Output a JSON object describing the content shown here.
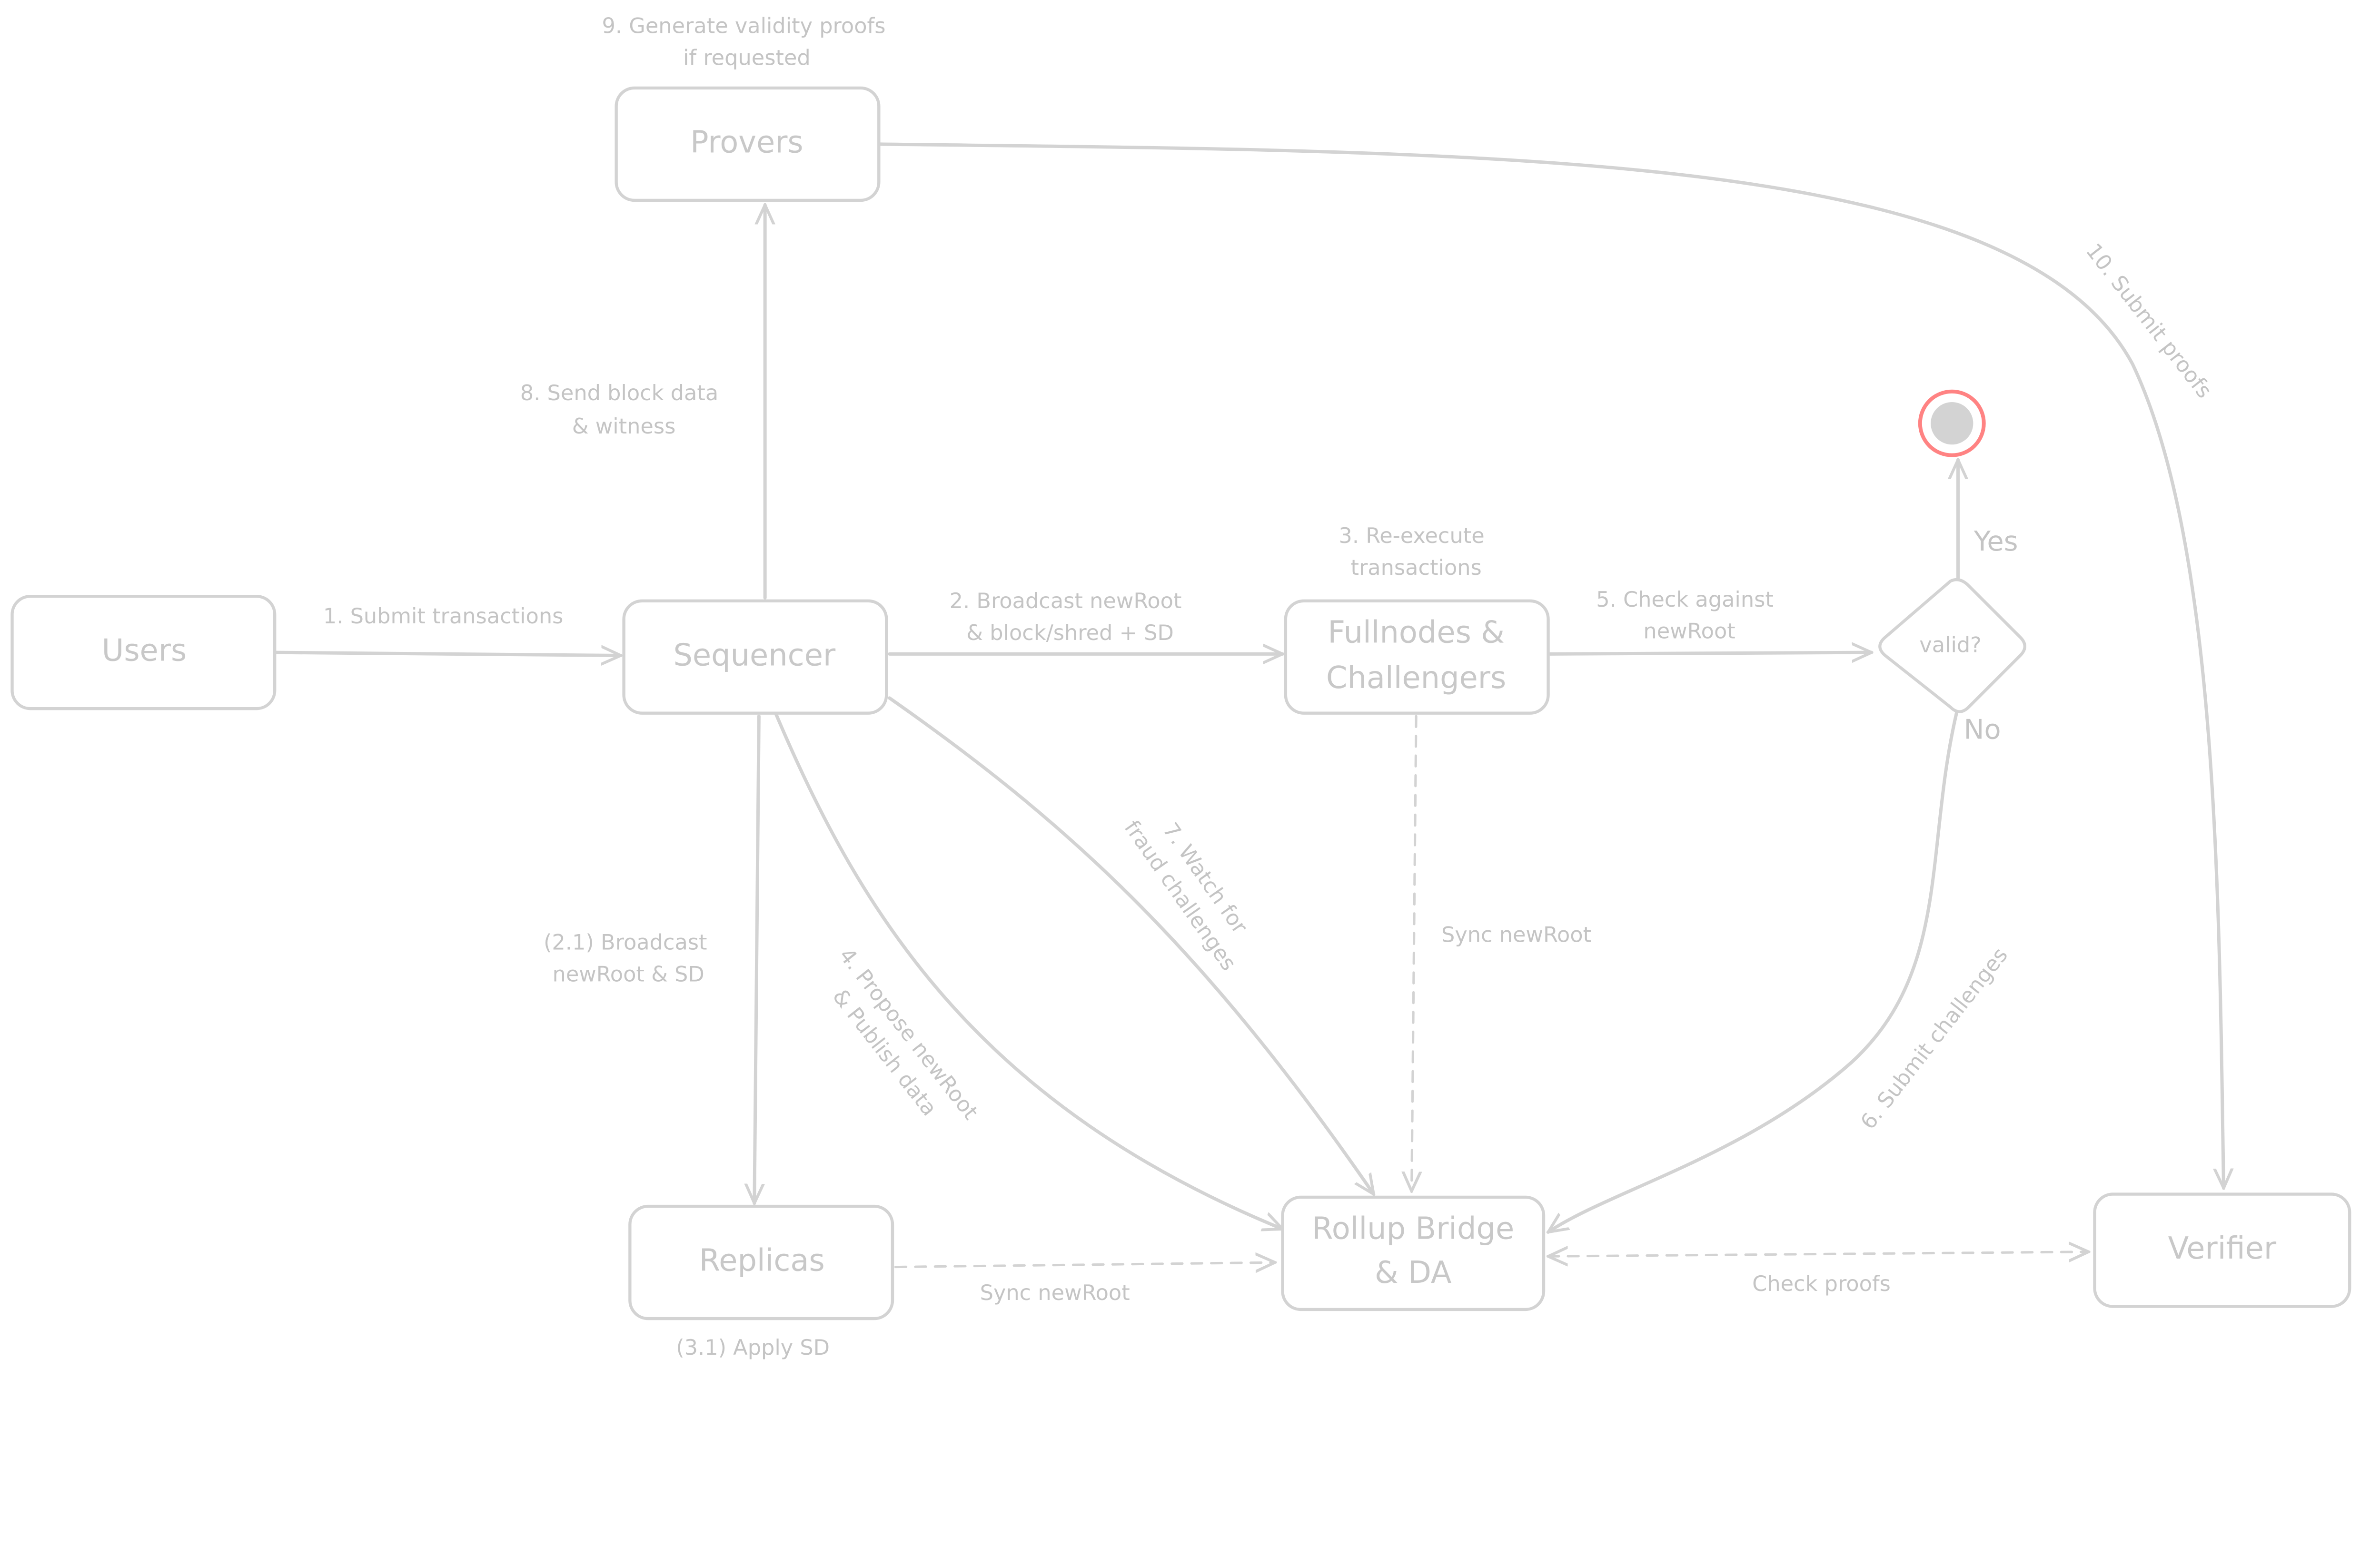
{
  "colors": {
    "stroke": "#d3d3d3",
    "text": "#c4c4c4",
    "end_ring": "#ff8383",
    "end_fill": "#d3d3d3",
    "background": "#ffffff"
  },
  "nodes": {
    "users": "Users",
    "sequencer": "Sequencer",
    "provers": "Provers",
    "fullnodes": [
      "Fullnodes &",
      "Challengers"
    ],
    "decision": "valid?",
    "replicas": "Replicas",
    "bridge": [
      "Rollup Bridge",
      "& DA"
    ],
    "verifier": "Verifier"
  },
  "edges": {
    "submit_tx": "1. Submit transactions",
    "broadcast": [
      "2. Broadcast newRoot",
      "& block/shred + SD"
    ],
    "reexecute": [
      "3. Re-execute",
      "transactions"
    ],
    "propose": [
      "4. Propose newRoot",
      "& Publish data"
    ],
    "check_against": [
      "5. Check against",
      "newRoot"
    ],
    "submit_challenges": "6. Submit challenges",
    "watch": [
      "7. Watch for",
      "fraud challenges"
    ],
    "send_block": [
      "8. Send block data",
      "& witness"
    ],
    "generate_proofs": [
      "9. Generate validity proofs",
      "if requested"
    ],
    "submit_proofs": "10. Submit proofs",
    "replica_broadcast": [
      "(2.1) Broadcast",
      "newRoot & SD"
    ],
    "apply_sd": "(3.1) Apply SD",
    "sync_fullnodes": "Sync newRoot",
    "sync_replicas": "Sync newRoot",
    "check_proofs": "Check proofs",
    "yes": "Yes",
    "no": "No"
  }
}
